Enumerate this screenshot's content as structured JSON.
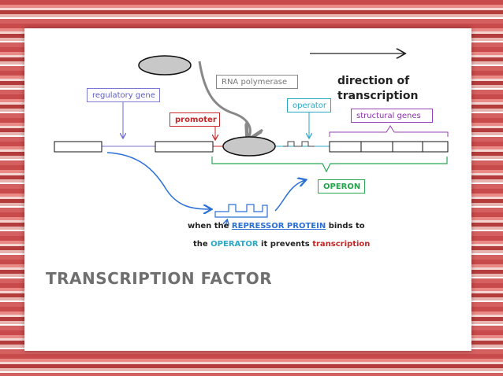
{
  "labels": {
    "rna_polymerase": "RNA polymerase",
    "regulatory_gene": "regulatory gene",
    "promoter": "promoter",
    "operator": "operator",
    "structural_genes": "structural genes",
    "operon": "OPERON",
    "direction_line1": "direction of",
    "direction_line2": "transcription"
  },
  "caption": {
    "line1_a": "when the",
    "line1_b": "REPRESSOR PROTEIN",
    "line1_c": "binds to",
    "line2_a": "the",
    "line2_b": "OPERATOR",
    "line2_c": "it prevents",
    "line2_d": "transcription"
  },
  "title": "TRANSCRIPTION FACTOR",
  "colors": {
    "regulatory": "#5d5cc8",
    "promoter": "#c62828",
    "operator": "#2aa8c7",
    "structural": "#8a34a8",
    "operon": "#23a34a",
    "repressor": "#2a6fd6"
  }
}
